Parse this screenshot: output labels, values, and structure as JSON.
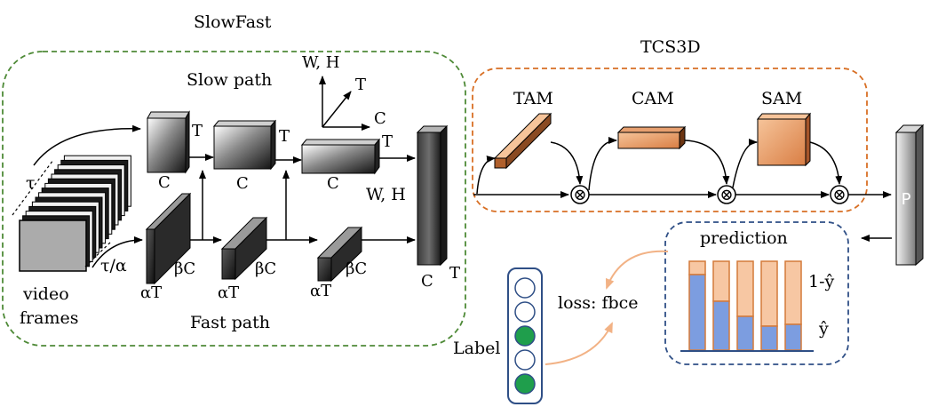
{
  "titles": {
    "slowfast": "SlowFast",
    "tcs3d": "TCS3D"
  },
  "slowfast": {
    "slow_path": "Slow path",
    "fast_path": "Fast path",
    "video_line1": "video",
    "video_line2": "frames",
    "tau": "τ",
    "tau_alpha": "τ/α",
    "axes": {
      "wh": "W, H",
      "t": "T",
      "c": "C"
    },
    "slow_blocks": [
      {
        "t": "T",
        "c": "C"
      },
      {
        "t": "T",
        "c": "C"
      },
      {
        "t": "T",
        "c": "C"
      }
    ],
    "fast_blocks": [
      {
        "alpha": "αT",
        "beta": "βC"
      },
      {
        "alpha": "αT",
        "beta": "βC"
      },
      {
        "alpha": "αT",
        "beta": "βC"
      }
    ],
    "fused": {
      "wh": "W, H",
      "c": "C",
      "t": "T"
    }
  },
  "tcs3d": {
    "modules": [
      "TAM",
      "CAM",
      "SAM"
    ],
    "multiply": "⊗"
  },
  "output": {
    "p": "P"
  },
  "prediction": {
    "title": "prediction",
    "one_minus_yhat": "1-ŷ",
    "yhat": "ŷ",
    "bars": [
      0.85,
      0.55,
      0.38,
      0.27,
      0.29
    ],
    "pred_color": "#7c9de0",
    "rest_color": "#f7c7a3",
    "edge_color": "#d47a3a"
  },
  "loss": {
    "label": "loss: fbce"
  },
  "label_vector": {
    "caption": "Label",
    "cells": [
      false,
      false,
      true,
      false,
      true
    ],
    "on_color": "#1f9e4c"
  },
  "colors": {
    "slowfast_border": "#4e8a37",
    "tcs3d_border": "#d86f24",
    "prediction_border": "#2f4f86",
    "loss_arrow": "#f2b285"
  }
}
